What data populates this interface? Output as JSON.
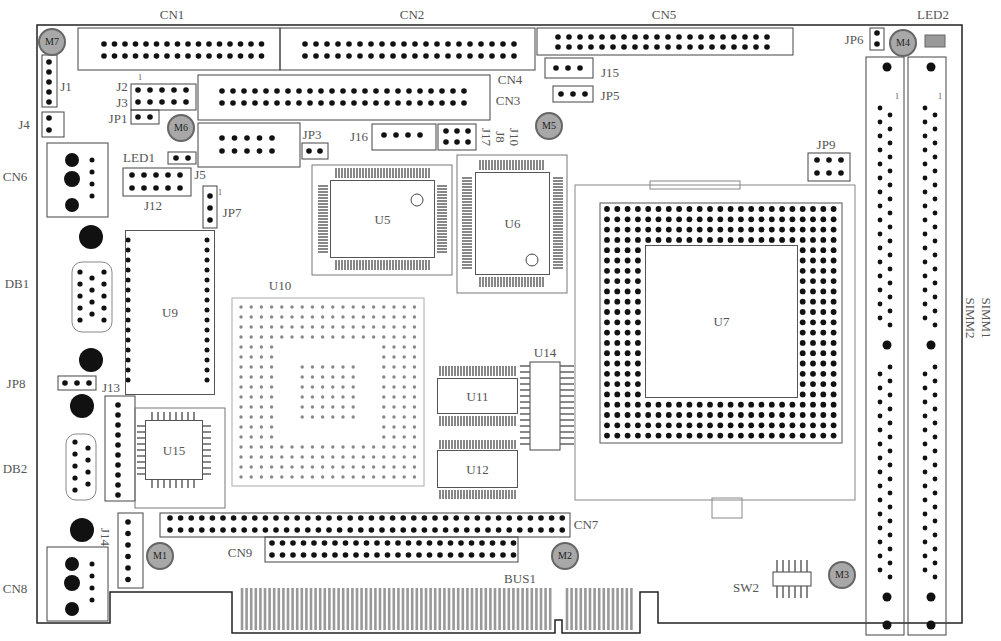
{
  "diagram": {
    "nodes": [
      {
        "text": [
          "M7"
        ]
      },
      {
        "text": [
          "M4"
        ]
      },
      {
        "text": [
          "M6"
        ]
      },
      {
        "text": [
          "M5"
        ]
      },
      {
        "text": [
          "U5"
        ]
      },
      {
        "text": [
          "U6"
        ]
      },
      {
        "text": [
          "U7"
        ]
      },
      {
        "text": [
          "U9"
        ]
      },
      {
        "text": [
          "U11"
        ]
      },
      {
        "text": [
          "U12"
        ]
      },
      {
        "text": [
          "U15"
        ]
      },
      {
        "text": [
          "M1"
        ]
      },
      {
        "text": [
          "M2"
        ]
      },
      {
        "text": [
          "M3"
        ]
      }
    ],
    "labels": [
      "CN1",
      "CN2",
      "CN5",
      "LED2",
      "J1",
      "J2",
      "J3",
      "JP1",
      "CN4",
      "CN3",
      "J15",
      "JP5",
      "JP6",
      "J4",
      "JP3",
      "J16",
      "J17",
      "J8",
      "J10",
      "CN6",
      "LED1",
      "J5",
      "J12",
      "JP7",
      "JP9",
      "DB1",
      "U10",
      "JP8",
      "J13",
      "DB2",
      "U14",
      "J14",
      "CN7",
      "CN9",
      "BUS1",
      "CN8",
      "SW2",
      "SIMM2",
      "SIMM1",
      "1",
      "1",
      "1",
      "1"
    ]
  }
}
